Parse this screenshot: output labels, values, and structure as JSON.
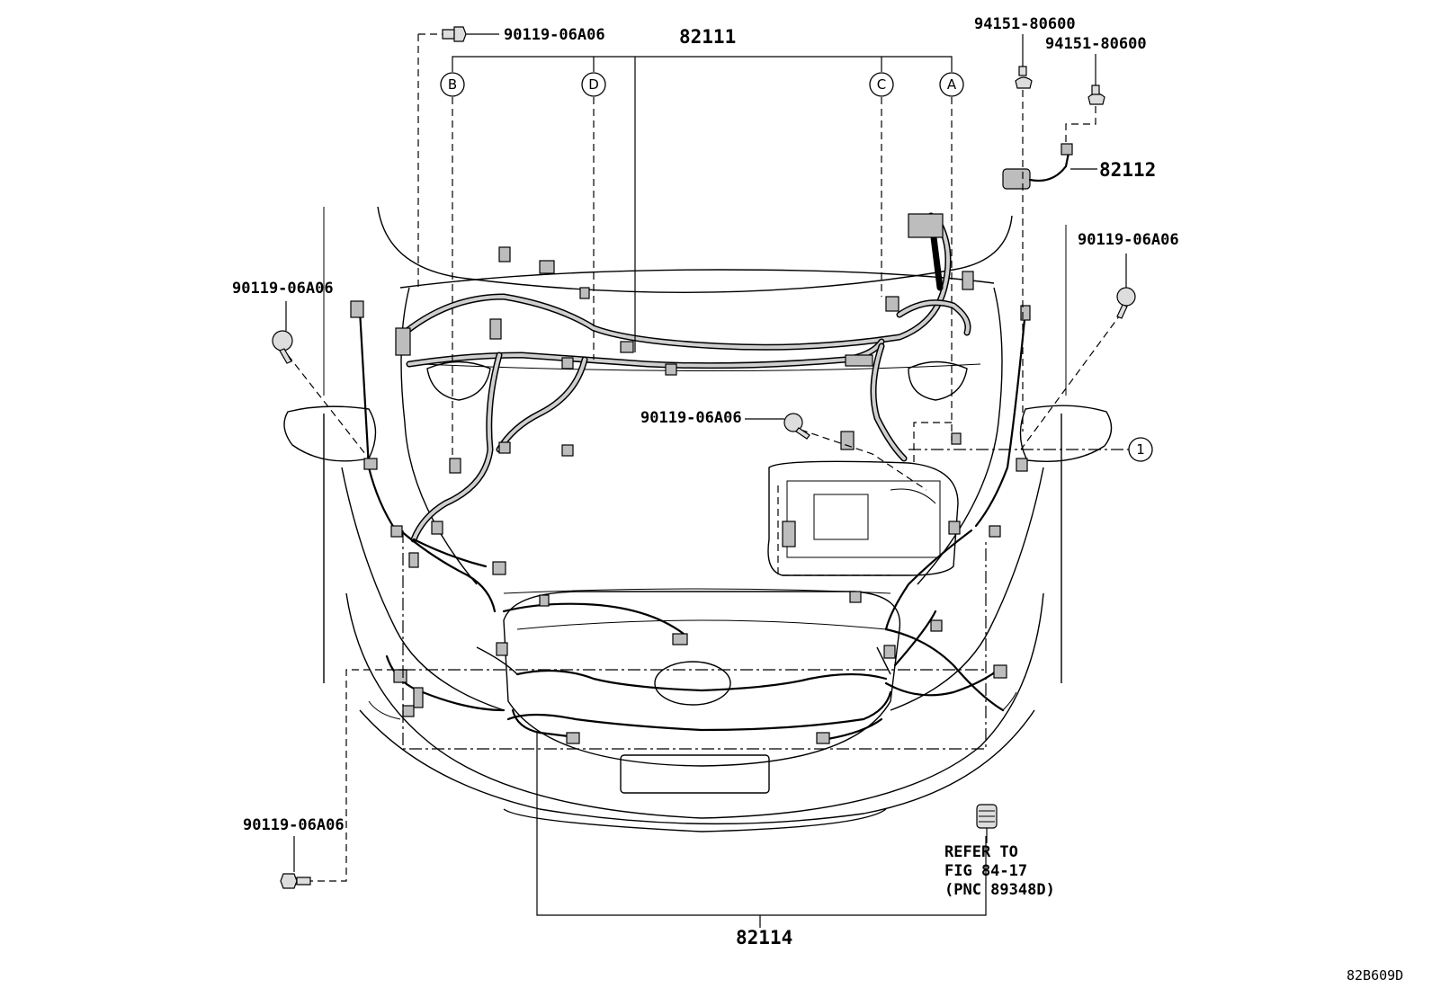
{
  "labels": {
    "harness_main": "82111",
    "harness_front": "82114",
    "harness_sub": "82112",
    "bolt_top": "90119-06A06",
    "bolt_left": "90119-06A06",
    "bolt_right": "90119-06A06",
    "bolt_center": "90119-06A06",
    "bolt_bottom": "90119-06A06",
    "clip_1": "94151-80600",
    "clip_2": "94151-80600",
    "refer_line1": "REFER TO",
    "refer_line2": "FIG 84-17",
    "refer_line3": "(PNC 89348D)",
    "drawing_code": "82B609D"
  },
  "callouts": {
    "a": "A",
    "b": "B",
    "c": "C",
    "d": "D",
    "num1": "1"
  }
}
